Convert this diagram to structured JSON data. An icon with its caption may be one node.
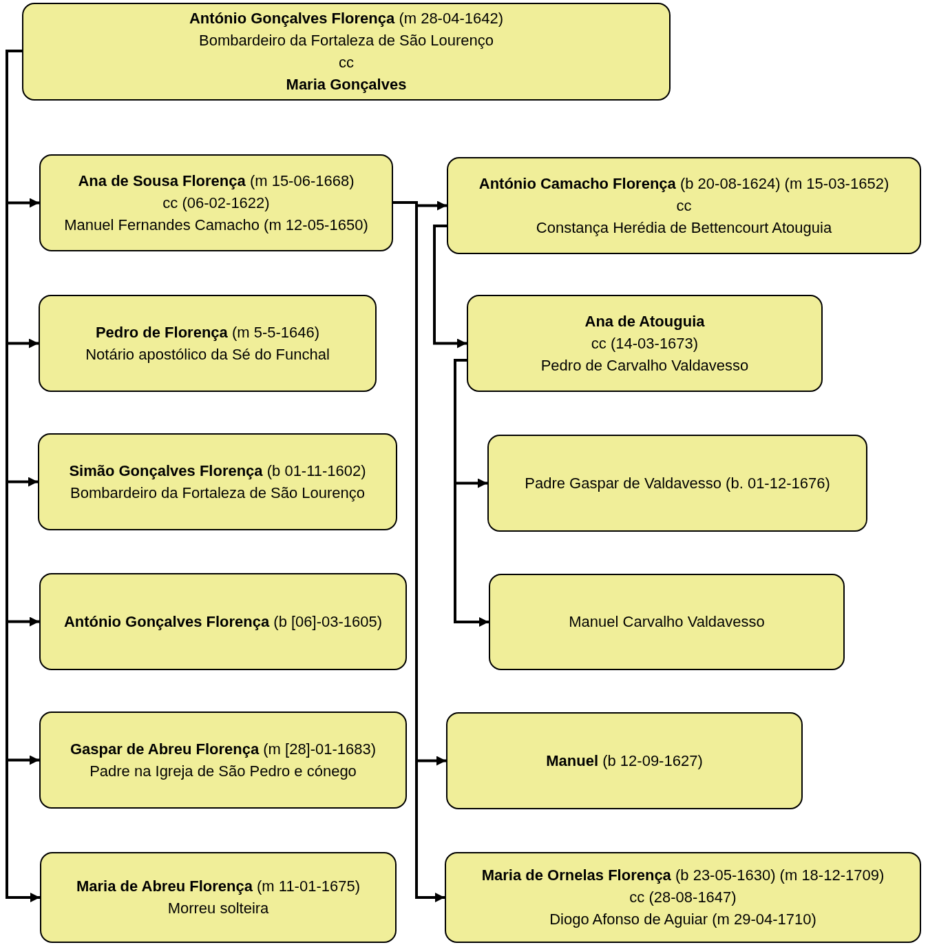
{
  "diagram": {
    "nodes": [
      {
        "text": [
          "**António Gonçalves Florença** (m 28-04-1642)",
          "Bombardeiro da Fortaleza de São Lourenço",
          "cc",
          "**Maria Gonçalves**"
        ]
      },
      {
        "text": [
          "**Ana de Sousa Florença** (m 15-06-1668)",
          "cc (06-02-1622)",
          "Manuel Fernandes Camacho (m 12-05-1650)"
        ]
      },
      {
        "text": [
          "**António Camacho Florença** (b 20-08-1624) (m 15-03-1652)",
          "cc",
          "Constança Herédia de Bettencourt Atouguia"
        ]
      },
      {
        "text": [
          "**Pedro de Florença** (m 5-5-1646)",
          "Notário apostólico da Sé do Funchal"
        ]
      },
      {
        "text": [
          "**Ana de Atouguia**",
          "cc (14-03-1673)",
          "Pedro de Carvalho Valdavesso"
        ]
      },
      {
        "text": [
          "**Simão Gonçalves Florença** (b 01-11-1602)",
          "Bombardeiro da Fortaleza de São Lourenço"
        ]
      },
      {
        "text": [
          "Padre Gaspar de Valdavesso (b. 01-12-1676)"
        ]
      },
      {
        "text": [
          "**António Gonçalves Florença** (b [06]-03-1605)"
        ]
      },
      {
        "text": [
          "Manuel Carvalho Valdavesso"
        ]
      },
      {
        "text": [
          "**Gaspar de Abreu Florença** (m [28]-01-1683)",
          "Padre na Igreja de São Pedro e cónego"
        ]
      },
      {
        "text": [
          "**Manuel** (b 12-09-1627)"
        ]
      },
      {
        "text": [
          "**Maria de Ornelas Florença** (b 23-05-1630) (m 18-12-1709)",
          "cc (28-08-1647)",
          "Diogo Afonso de Aguiar (m 29-04-1710)"
        ]
      },
      {
        "text": [
          "**Maria de Abreu Florença** (m 11-01-1675)",
          "Morreu solteira"
        ]
      }
    ],
    "edges": [
      {
        "from": 0,
        "to": 1,
        "arrow": "to"
      },
      {
        "from": 0,
        "to": 3,
        "arrow": "to"
      },
      {
        "from": 0,
        "to": 5,
        "arrow": "to"
      },
      {
        "from": 0,
        "to": 7,
        "arrow": "to"
      },
      {
        "from": 0,
        "to": 9,
        "arrow": "to"
      },
      {
        "from": 0,
        "to": 12,
        "arrow": "to"
      },
      {
        "from": 1,
        "to": 2,
        "arrow": "to"
      },
      {
        "from": 1,
        "to": 10,
        "arrow": "to"
      },
      {
        "from": 1,
        "to": 11,
        "arrow": "to"
      },
      {
        "from": 2,
        "to": 4,
        "arrow": "to"
      },
      {
        "from": 4,
        "to": 6,
        "arrow": "to"
      },
      {
        "from": 4,
        "to": 8,
        "arrow": "to"
      }
    ]
  }
}
